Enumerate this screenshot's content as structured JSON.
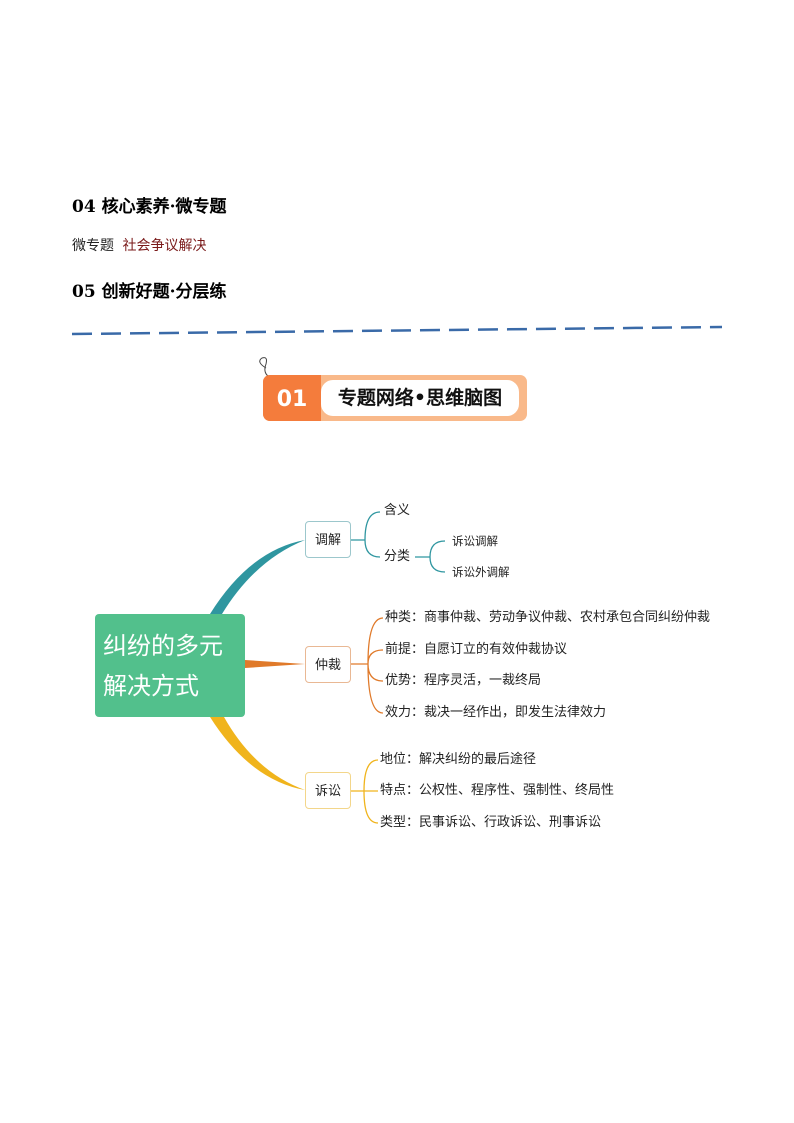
{
  "sections": {
    "s04_title": "04 核心素养·微专题",
    "s04_sub_prefix": "微专题",
    "s04_sub_topic": "社会争议解决",
    "s05_title": "05 创新好题·分层练"
  },
  "banner": {
    "number": "01",
    "title": "专题网络•思维脑图"
  },
  "mindmap": {
    "center": [
      "纠纷的多元",
      "解决方式"
    ],
    "mediation": {
      "label": "调解",
      "items": [
        "含义",
        "分类"
      ],
      "sub": [
        "诉讼调解",
        "诉讼外调解"
      ]
    },
    "arbitration": {
      "label": "仲裁",
      "items": [
        "种类：商事仲裁、劳动争议仲裁、农村承包合同纠纷仲裁",
        "前提：自愿订立的有效仲裁协议",
        "优势：程序灵活，一裁终局",
        "效力：裁决一经作出，即发生法律效力"
      ]
    },
    "litigation": {
      "label": "诉讼",
      "items": [
        "地位：解决纠纷的最后途径",
        "特点：公权性、程序性、强制性、终局性",
        "类型：民事诉讼、行政诉讼、刑事诉讼"
      ]
    }
  },
  "colors": {
    "teal": "#2f96a0",
    "orange": "#e07a2a",
    "yellow": "#f0b41c",
    "green": "#52c08c",
    "dash": "#3a6aa8"
  }
}
